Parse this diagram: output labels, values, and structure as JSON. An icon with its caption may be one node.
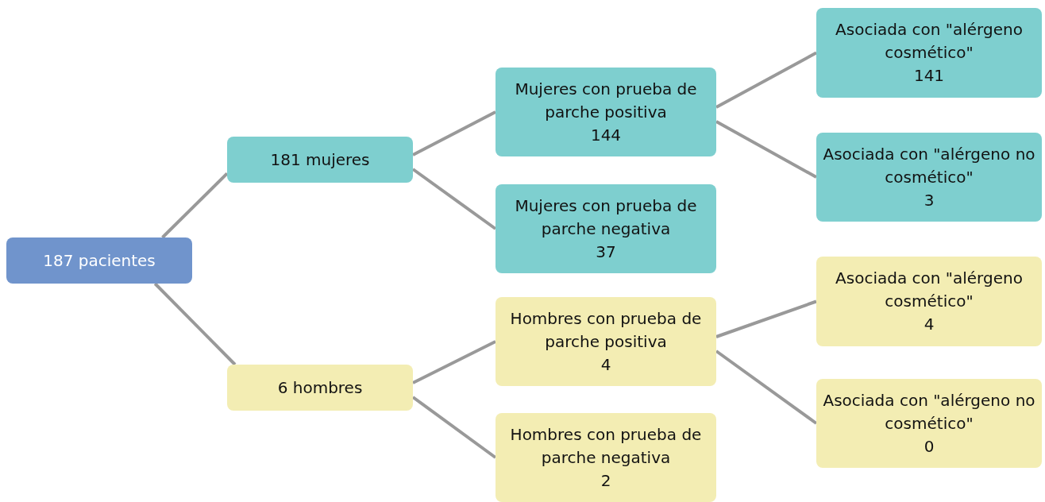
{
  "diagram": {
    "nodes": [
      {
        "text": [
          "187 pacientes"
        ]
      },
      {
        "text": [
          "181 mujeres"
        ]
      },
      {
        "text": [
          "6 hombres"
        ]
      },
      {
        "text": [
          "Mujeres con prueba de parche positiva",
          "144"
        ]
      },
      {
        "text": [
          "Mujeres con prueba de parche negativa",
          "37"
        ]
      },
      {
        "text": [
          "Hombres con prueba de parche positiva",
          "4"
        ]
      },
      {
        "text": [
          "Hombres con prueba de parche negativa",
          "2"
        ]
      },
      {
        "text": [
          "Asociada con \"alérgeno cosmético\"",
          "141"
        ]
      },
      {
        "text": [
          "Asociada con \"alérgeno no cosmético\"",
          "3"
        ]
      },
      {
        "text": [
          "Asociada con \"alérgeno cosmético\"",
          "4"
        ]
      },
      {
        "text": [
          "Asociada con \"alérgeno no cosmético\"",
          "0"
        ]
      }
    ],
    "edges": [
      {
        "from": 0,
        "to": 1,
        "arrow": "none"
      },
      {
        "from": 0,
        "to": 2,
        "arrow": "none"
      },
      {
        "from": 1,
        "to": 3,
        "arrow": "none"
      },
      {
        "from": 1,
        "to": 4,
        "arrow": "none"
      },
      {
        "from": 2,
        "to": 5,
        "arrow": "none"
      },
      {
        "from": 2,
        "to": 6,
        "arrow": "none"
      },
      {
        "from": 3,
        "to": 7,
        "arrow": "none"
      },
      {
        "from": 3,
        "to": 8,
        "arrow": "none"
      },
      {
        "from": 5,
        "to": 9,
        "arrow": "none"
      },
      {
        "from": 5,
        "to": 10,
        "arrow": "none"
      }
    ]
  }
}
